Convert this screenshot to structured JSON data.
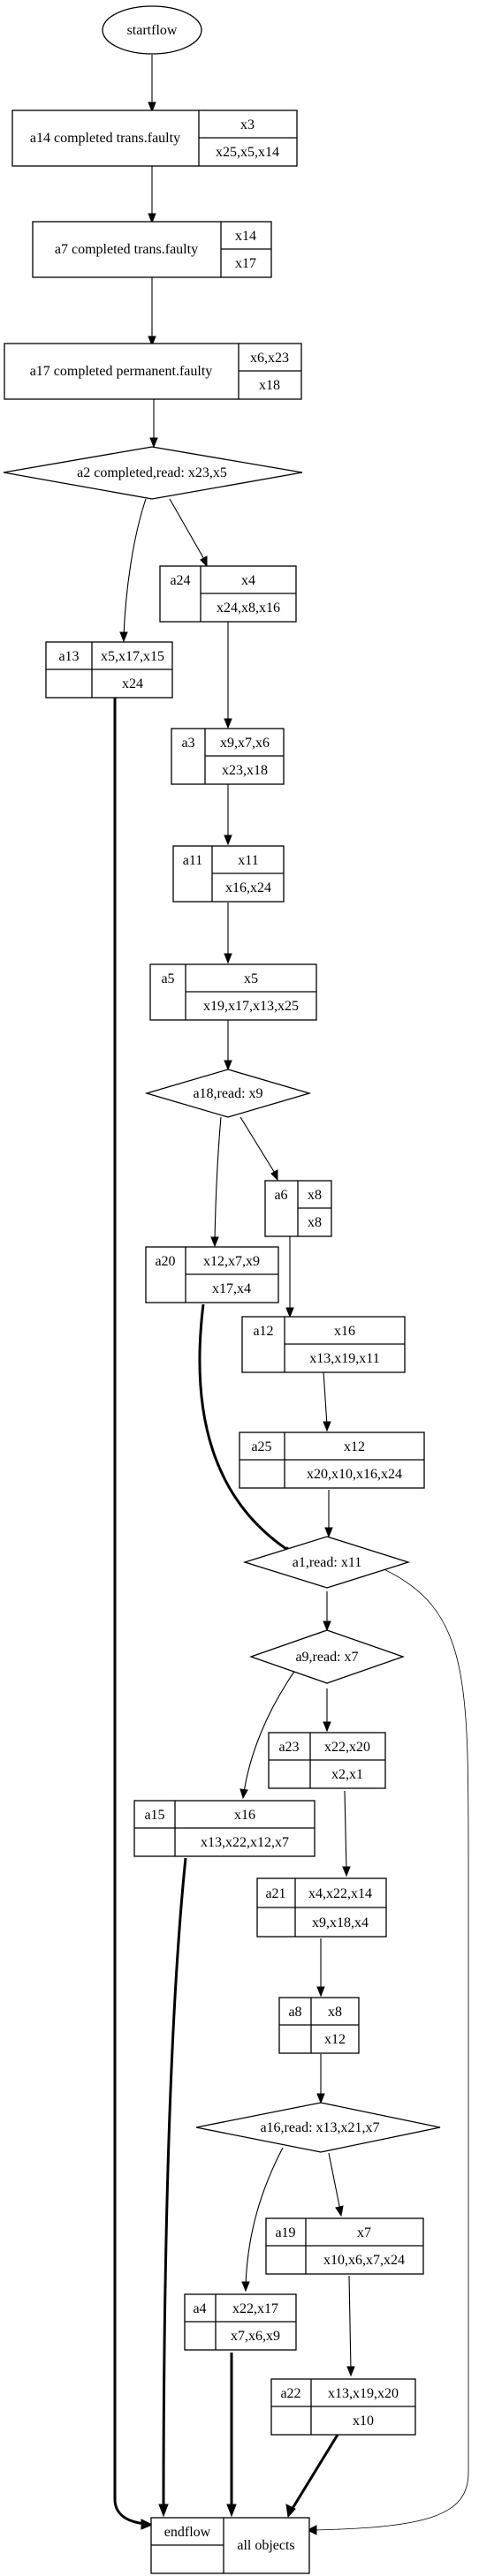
{
  "flowchart": {
    "start": "startflow",
    "end": {
      "name": "endflow",
      "objects": "all objects"
    },
    "nodes": {
      "a14": {
        "label": "a14 completed trans.faulty",
        "top": "x3",
        "bottom": "x25,x5,x14"
      },
      "a7": {
        "label": "a7 completed trans.faulty",
        "top": "x14",
        "bottom": "x17"
      },
      "a17": {
        "label": "a17 completed permanent.faulty",
        "top": "x6,x23",
        "bottom": "x18"
      },
      "a24": {
        "label": "a24",
        "top": "x4",
        "bottom": "x24,x8,x16"
      },
      "a13": {
        "label": "a13",
        "top": "x5,x17,x15",
        "bottom": "x24"
      },
      "a3": {
        "label": "a3",
        "top": "x9,x7,x6",
        "bottom": "x23,x18"
      },
      "a11": {
        "label": "a11",
        "top": "x11",
        "bottom": "x16,x24"
      },
      "a5": {
        "label": "a5",
        "top": "x5",
        "bottom": "x19,x17,x13,x25"
      },
      "a6": {
        "label": "a6",
        "top": "x8",
        "bottom": "x8"
      },
      "a20": {
        "label": "a20",
        "top": "x12,x7,x9",
        "bottom": "x17,x4"
      },
      "a12": {
        "label": "a12",
        "top": "x16",
        "bottom": "x13,x19,x11"
      },
      "a25": {
        "label": "a25",
        "top": "x12",
        "bottom": "x20,x10,x16,x24"
      },
      "a23": {
        "label": "a23",
        "top": "x22,x20",
        "bottom": "x2,x1"
      },
      "a15": {
        "label": "a15",
        "top": "x16",
        "bottom": "x13,x22,x12,x7"
      },
      "a21": {
        "label": "a21",
        "top": "x4,x22,x14",
        "bottom": "x9,x18,x4"
      },
      "a8": {
        "label": "a8",
        "top": "x8",
        "bottom": "x12"
      },
      "a19": {
        "label": "a19",
        "top": "x7",
        "bottom": "x10,x6,x7,x24"
      },
      "a4": {
        "label": "a4",
        "top": "x22,x17",
        "bottom": "x7,x6,x9"
      },
      "a22": {
        "label": "a22",
        "top": "x13,x19,x20",
        "bottom": "x10"
      }
    },
    "decisions": {
      "d_a2": "a2 completed,read: x23,x5",
      "d_a18": "a18,read: x9",
      "d_a1": "a1,read: x11",
      "d_a9": "a9,read: x7",
      "d_a16": "a16,read: x13,x21,x7"
    }
  }
}
